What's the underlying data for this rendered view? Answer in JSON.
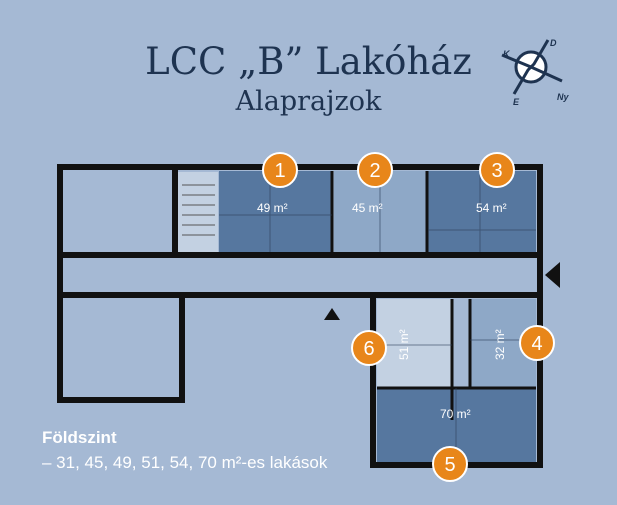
{
  "header": {
    "title": "LCC „B” Lakóház",
    "subtitle": "Alaprajzok"
  },
  "compass": {
    "labels": {
      "north": "D",
      "west": "K",
      "east": "Ny",
      "south": "E"
    }
  },
  "apartments": [
    {
      "number": "1",
      "area": "49 m²"
    },
    {
      "number": "2",
      "area": "45 m²"
    },
    {
      "number": "3",
      "area": "54 m²"
    },
    {
      "number": "4",
      "area": "32 m²"
    },
    {
      "number": "5",
      "area": "70 m²"
    },
    {
      "number": "6",
      "area": "51 m²"
    }
  ],
  "legend": {
    "floor": "Földszint",
    "description": "– 31, 45, 49, 51, 54, 70 m²-es lakások"
  },
  "colors": {
    "background": "#a5b9d4",
    "marker": "#e8861a",
    "dark_unit": "#56779f",
    "light_unit": "#8ea8c7",
    "lightest_unit": "#c3d1e2",
    "wall": "#111111"
  }
}
